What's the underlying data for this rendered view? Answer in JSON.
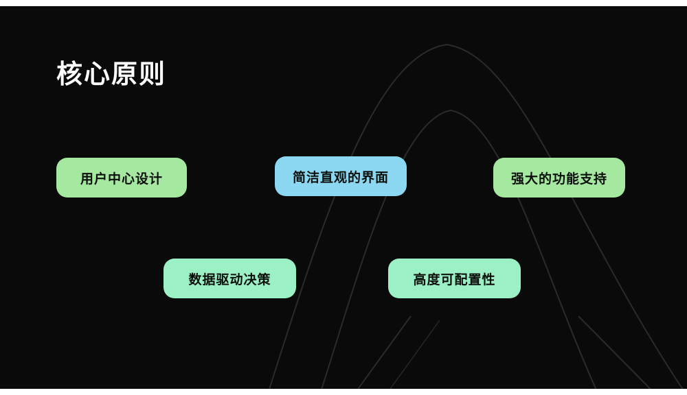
{
  "slide": {
    "title": "核心原则",
    "background_color": "#0a0a0a",
    "decoration_line_color": "#2b2b2b",
    "badges": [
      {
        "label": "用户中心设计",
        "color": "#a5e8a0"
      },
      {
        "label": "简洁直观的界面",
        "color": "#8cd7f1"
      },
      {
        "label": "强大的功能支持",
        "color": "#a5e8a0"
      },
      {
        "label": "数据驱动决策",
        "color": "#9cf0c6"
      },
      {
        "label": "高度可配置性",
        "color": "#9cf0c6"
      }
    ]
  }
}
